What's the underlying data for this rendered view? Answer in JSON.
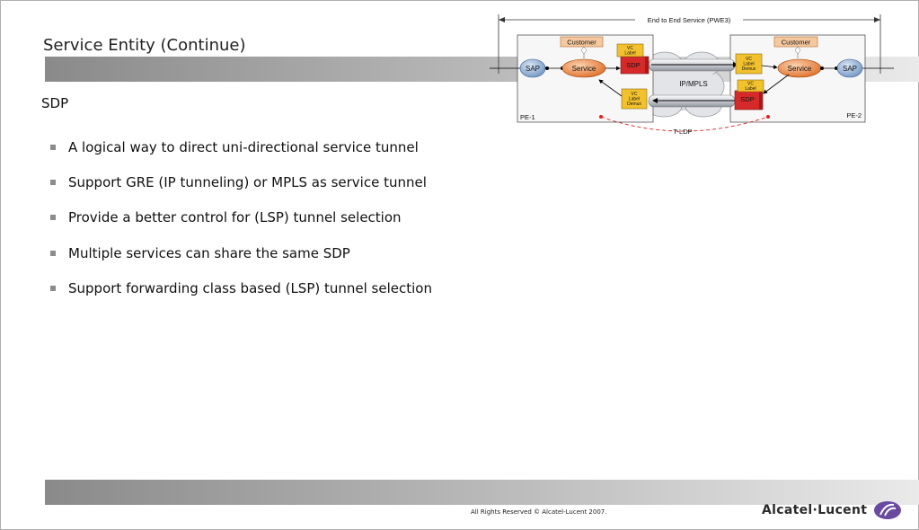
{
  "slide": {
    "title": "Service Entity (Continue)",
    "heading": "SDP",
    "bullets": [
      "A logical way to direct uni-directional service tunnel",
      "Support GRE (IP tunneling) or MPLS as service tunnel",
      "Provide a better control for (LSP) tunnel selection",
      "Multiple services can share the same SDP",
      "Support forwarding class based (LSP) tunnel selection"
    ],
    "footer": "All Rights Reserved © Alcatel-Lucent 2007.",
    "logo_text": "Alcatel·Lucent"
  },
  "diagram": {
    "top_label": "End to End Service (PWE3)",
    "pe_left": {
      "name": "PE-1",
      "customer": "Customer",
      "sap": "SAP",
      "service": "Service",
      "sdp": "SDP",
      "vc_label": [
        "VC",
        "Label"
      ],
      "vc_demux": [
        "VC",
        "Label",
        "Demux"
      ]
    },
    "pe_right": {
      "name": "PE-2",
      "customer": "Customer",
      "sap": "SAP",
      "service": "Service",
      "sdp": "SDP",
      "vc_label": [
        "VC",
        "Label"
      ],
      "vc_demux": [
        "VC",
        "Label",
        "Demux"
      ]
    },
    "cloud_label": "IP/MPLS",
    "tldp_label": "T-LDP",
    "colors": {
      "sap": "#7fa3cc",
      "service": "#e8823a",
      "sdp": "#d62a2a",
      "vc_box": "#f2c12e",
      "customer": "#f5c9a0",
      "tldp": "#e02020"
    }
  }
}
